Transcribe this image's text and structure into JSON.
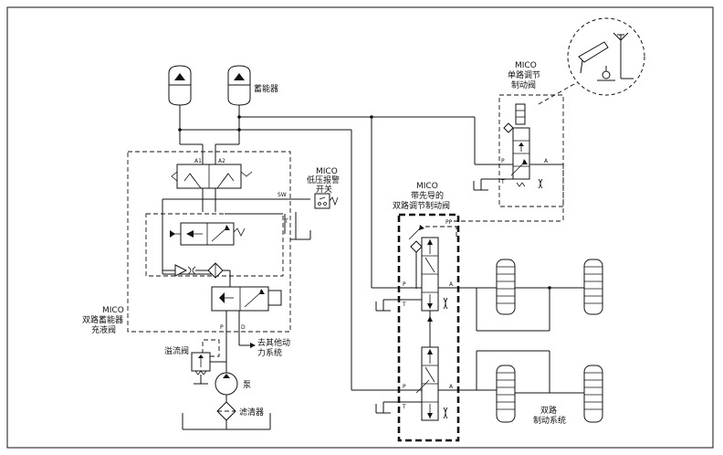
{
  "labels": {
    "accumulator": "蓄能器",
    "single_valve_brand": "MICO",
    "single_valve_name_1": "单路调节",
    "single_valve_name_2": "制动阀",
    "low_pressure_brand": "MICO",
    "low_pressure_name_1": "低压报警",
    "low_pressure_name_2": "开关",
    "dual_valve_brand": "MICO",
    "dual_valve_name_1": "带先导的",
    "dual_valve_name_2": "双路调节制动阀",
    "charging_valve_brand": "MICO",
    "charging_valve_name_1": "双路蓄能器",
    "charging_valve_name_2": "充液阀",
    "relief_valve": "溢流阀",
    "pump": "泵",
    "filter": "滤清器",
    "other_system_1": "去其他动",
    "other_system_2": "力系统",
    "dual_brake_1": "双路",
    "dual_brake_2": "制动系统"
  },
  "ports": {
    "a1": "A1",
    "a2": "A2",
    "sw": "SW",
    "t_charge": "T",
    "p_charge": "P",
    "d_charge": "D",
    "pp": "PP",
    "p_dual_top": "P",
    "t_dual_top": "T",
    "a_dual_top": "A",
    "p_dual_bottom": "P",
    "t_dual_bottom": "T",
    "a_dual_bottom": "A",
    "p_single": "P",
    "t_single": "T",
    "a_single": "A"
  }
}
